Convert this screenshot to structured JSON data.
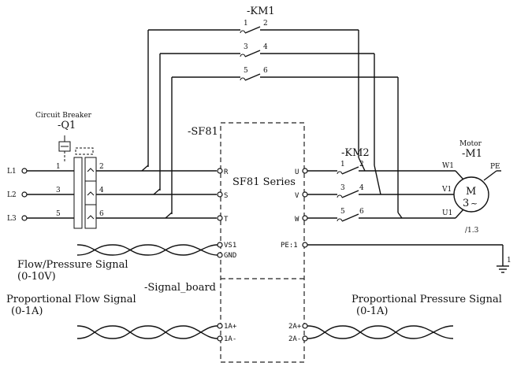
{
  "contactor_km1": {
    "ref": "-KM1",
    "pins": [
      "1",
      "2",
      "3",
      "4",
      "5",
      "6"
    ]
  },
  "contactor_km2": {
    "ref": "-KM2",
    "pins": [
      "1",
      "2",
      "3",
      "4",
      "5",
      "6"
    ]
  },
  "breaker": {
    "title": "Circuit Breaker",
    "ref": "-Q1",
    "pins": [
      "1",
      "2",
      "3",
      "4",
      "5",
      "6"
    ]
  },
  "lines": [
    "L1",
    "L2",
    "L3"
  ],
  "inverter": {
    "ref": "-SF81",
    "model": "SF81 Series",
    "inputs": [
      "R",
      "S",
      "T"
    ],
    "outputs": [
      "U",
      "V",
      "W"
    ],
    "signal_pins": [
      "VS1",
      "GND"
    ],
    "pe": "PE:1"
  },
  "signal_board": {
    "ref": "-Signal_board",
    "left_pins": [
      "1A+",
      "1A-"
    ],
    "right_pins": [
      "2A+",
      "2A-"
    ]
  },
  "motor": {
    "title": "Motor",
    "ref": "-M1",
    "symbol": "M",
    "phase": "3",
    "tilde": "~",
    "terminals": [
      "W1",
      "V1",
      "U1"
    ],
    "pe": "PE",
    "sheet_ref": "/1.3"
  },
  "ground": {
    "ref": "1"
  },
  "signals": {
    "flow_pressure": {
      "title": "Flow/Pressure Signal",
      "range": "(0-10V)"
    },
    "prop_flow": {
      "title": "Proportional Flow Signal",
      "range": "(0-1A)"
    },
    "prop_pressure": {
      "title": "Proportional Pressure Signal",
      "range": "(0-1A)"
    }
  }
}
